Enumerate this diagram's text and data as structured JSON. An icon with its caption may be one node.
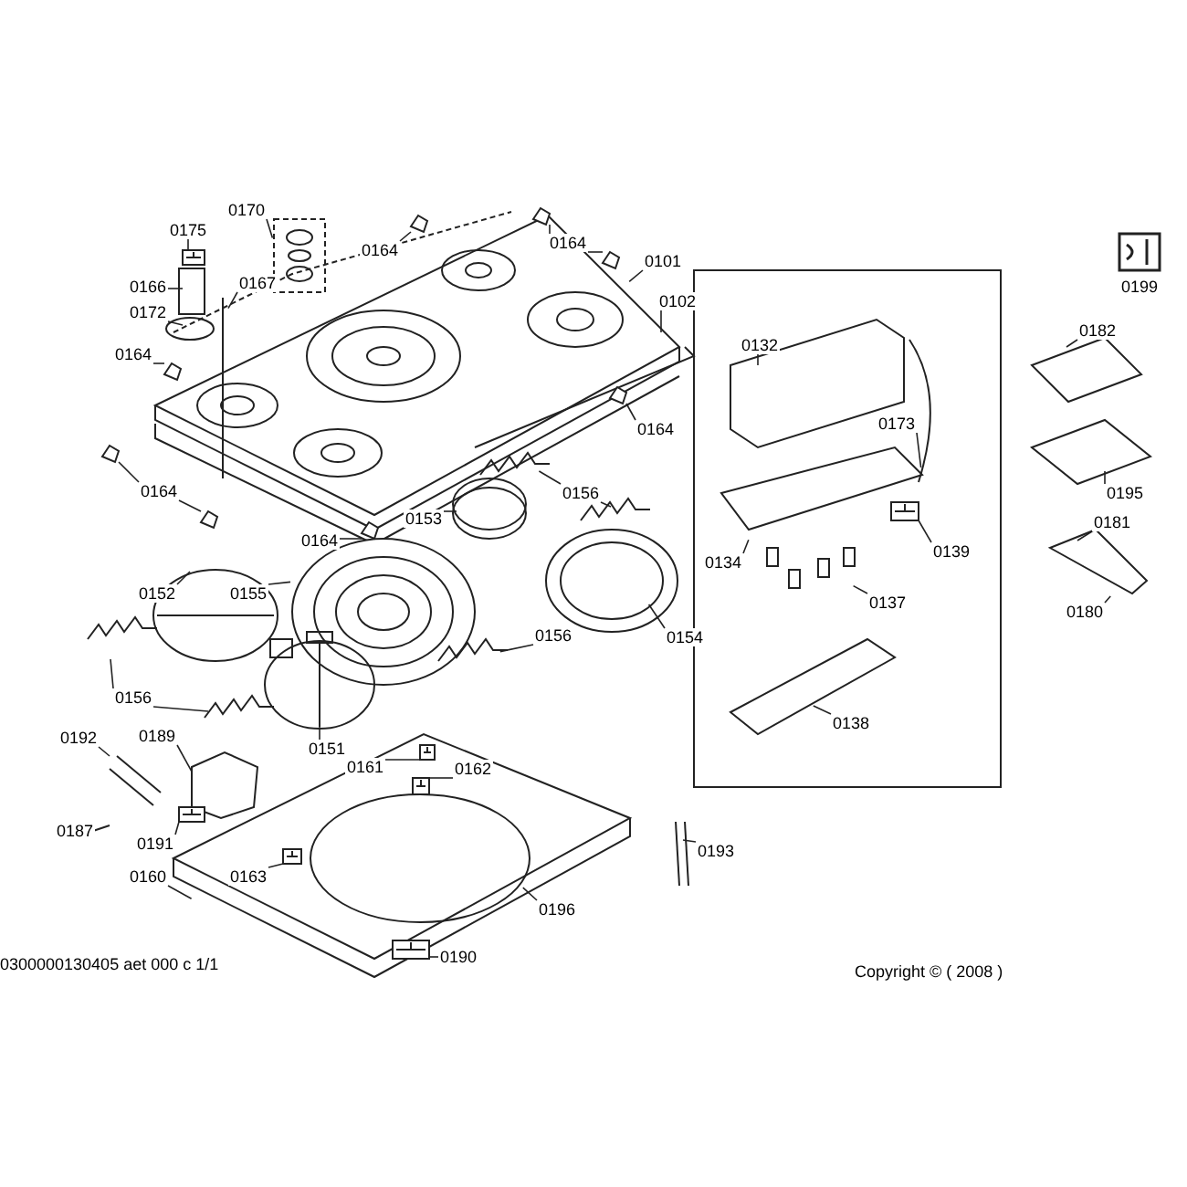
{
  "diagram": {
    "nodes": [
      {
        "text": [
          "0175"
        ]
      },
      {
        "text": [
          "0170"
        ]
      },
      {
        "text": [
          "0164"
        ]
      },
      {
        "text": [
          "0166"
        ]
      },
      {
        "text": [
          "0167"
        ]
      },
      {
        "text": [
          "0172"
        ]
      },
      {
        "text": [
          "0164"
        ]
      },
      {
        "text": [
          "0101"
        ]
      },
      {
        "text": [
          "0102"
        ]
      },
      {
        "text": [
          "0164"
        ]
      },
      {
        "text": [
          "0164"
        ]
      },
      {
        "text": [
          "0132"
        ]
      },
      {
        "text": [
          "0182"
        ]
      },
      {
        "text": [
          "0173"
        ]
      },
      {
        "text": [
          "0164"
        ]
      },
      {
        "text": [
          "0156"
        ]
      },
      {
        "text": [
          "0153"
        ]
      },
      {
        "text": [
          "0164"
        ]
      },
      {
        "text": [
          "0152"
        ]
      },
      {
        "text": [
          "0155"
        ]
      },
      {
        "text": [
          "0134"
        ]
      },
      {
        "text": [
          "0139"
        ]
      },
      {
        "text": [
          "0137"
        ]
      },
      {
        "text": [
          "0154"
        ]
      },
      {
        "text": [
          "0195"
        ]
      },
      {
        "text": [
          "0181"
        ]
      },
      {
        "text": [
          "0180"
        ]
      },
      {
        "text": [
          "0156"
        ]
      },
      {
        "text": [
          "0156"
        ]
      },
      {
        "text": [
          "0151"
        ]
      },
      {
        "text": [
          "0138"
        ]
      },
      {
        "text": [
          "0192"
        ]
      },
      {
        "text": [
          "0189"
        ]
      },
      {
        "text": [
          "0161"
        ]
      },
      {
        "text": [
          "0162"
        ]
      },
      {
        "text": [
          "0187"
        ]
      },
      {
        "text": [
          "0191"
        ]
      },
      {
        "text": [
          "0193"
        ]
      },
      {
        "text": [
          "0160"
        ]
      },
      {
        "text": [
          "0163"
        ]
      },
      {
        "text": [
          "0196"
        ]
      },
      {
        "text": [
          "0190"
        ]
      },
      {
        "text": [],
        "shape": "picture"
      },
      {
        "text": [],
        "shape": "picture"
      },
      {
        "text": [],
        "shape": "picture"
      },
      {
        "text": [],
        "shape": "picture"
      },
      {
        "text": [],
        "shape": "picture"
      },
      {
        "text": [],
        "shape": "picture"
      },
      {
        "text": [],
        "shape": "picture"
      },
      {
        "text": [],
        "shape": "picture"
      },
      {
        "text": [],
        "shape": "picture"
      },
      {
        "text": [],
        "shape": "picture"
      },
      {
        "text": [],
        "shape": "picture"
      },
      {
        "text": [],
        "shape": "picture"
      },
      {
        "text": [],
        "shape": "picture"
      },
      {
        "text": [],
        "shape": "picture"
      },
      {
        "text": [],
        "shape": "picture"
      },
      {
        "text": [],
        "shape": "picture"
      }
    ],
    "edges": [
      {
        "from": 0,
        "to": 42,
        "arrow": "none"
      },
      {
        "from": 1,
        "to": null,
        "arrow": "none"
      },
      {
        "from": 2,
        "to": 43,
        "arrow": "none"
      },
      {
        "from": 3,
        "to": null,
        "arrow": "none"
      },
      {
        "from": 4,
        "to": null,
        "arrow": "none"
      },
      {
        "from": 5,
        "to": null,
        "arrow": "none"
      },
      {
        "from": 6,
        "to": 44,
        "arrow": "none"
      },
      {
        "from": 6,
        "to": 45,
        "arrow": "none"
      },
      {
        "from": 7,
        "to": null,
        "arrow": "none"
      },
      {
        "from": 8,
        "to": null,
        "arrow": "none"
      },
      {
        "from": 9,
        "to": 46,
        "arrow": "none"
      },
      {
        "from": 10,
        "to": 47,
        "arrow": "none"
      },
      {
        "from": 11,
        "to": null,
        "arrow": "none"
      },
      {
        "from": 12,
        "to": null,
        "arrow": "none"
      },
      {
        "from": 13,
        "to": null,
        "arrow": "none"
      },
      {
        "from": 14,
        "to": 48,
        "arrow": "none"
      },
      {
        "from": 14,
        "to": 49,
        "arrow": "none"
      },
      {
        "from": 15,
        "to": null,
        "arrow": "none"
      },
      {
        "from": 15,
        "to": null,
        "arrow": "none"
      },
      {
        "from": 16,
        "to": null,
        "arrow": "none"
      },
      {
        "from": 17,
        "to": 50,
        "arrow": "none"
      },
      {
        "from": 18,
        "to": null,
        "arrow": "none"
      },
      {
        "from": 19,
        "to": null,
        "arrow": "none"
      },
      {
        "from": 20,
        "to": null,
        "arrow": "none"
      },
      {
        "from": 21,
        "to": 51,
        "arrow": "none"
      },
      {
        "from": 22,
        "to": null,
        "arrow": "none"
      },
      {
        "from": 23,
        "to": null,
        "arrow": "none"
      },
      {
        "from": 24,
        "to": null,
        "arrow": "none"
      },
      {
        "from": 25,
        "to": null,
        "arrow": "none"
      },
      {
        "from": 26,
        "to": null,
        "arrow": "none"
      },
      {
        "from": 27,
        "to": null,
        "arrow": "none"
      },
      {
        "from": 27,
        "to": null,
        "arrow": "none"
      },
      {
        "from": 28,
        "to": null,
        "arrow": "none"
      },
      {
        "from": 29,
        "to": null,
        "arrow": "none"
      },
      {
        "from": 30,
        "to": null,
        "arrow": "none"
      },
      {
        "from": 31,
        "to": 52,
        "arrow": "none"
      },
      {
        "from": 32,
        "to": null,
        "arrow": "none"
      },
      {
        "from": 33,
        "to": 53,
        "arrow": "none"
      },
      {
        "from": 34,
        "to": 54,
        "arrow": "none"
      },
      {
        "from": 35,
        "to": null,
        "arrow": "none"
      },
      {
        "from": 36,
        "to": 55,
        "arrow": "none"
      },
      {
        "from": 37,
        "to": null,
        "arrow": "none"
      },
      {
        "from": 38,
        "to": null,
        "arrow": "none"
      },
      {
        "from": 39,
        "to": 56,
        "arrow": "none"
      },
      {
        "from": 40,
        "to": null,
        "arrow": "none"
      },
      {
        "from": 41,
        "to": 57,
        "arrow": "none"
      }
    ],
    "labels": [
      "0199",
      "0300000130405 aet 000 c 1/1",
      "Copyright © ( 2008 )"
    ]
  }
}
